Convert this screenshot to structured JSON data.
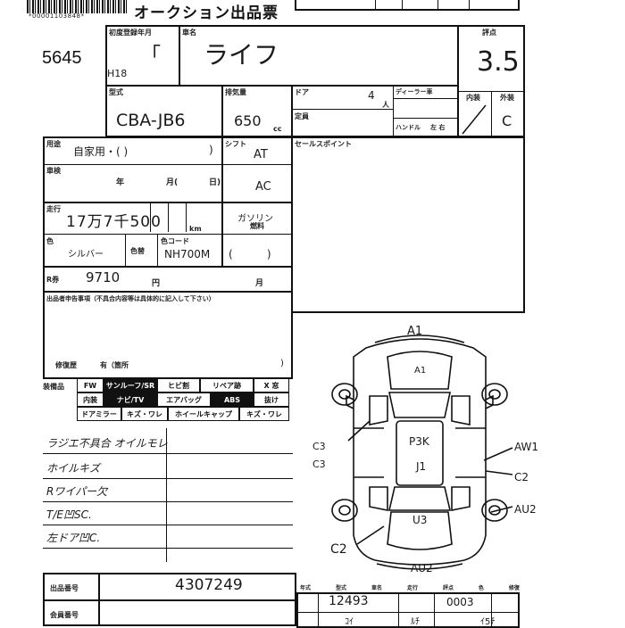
{
  "header": {
    "barcode_number": "*00001103848*",
    "title": "オークション出品票"
  },
  "lot": {
    "number": "5645"
  },
  "vehicle": {
    "year_label": "初度登録年月",
    "year": "H18",
    "name_label": "車名",
    "name": "ライフ",
    "model_label": "型式",
    "model": "CBA-JB6",
    "displacement_label": "排気量",
    "displacement": "650",
    "displacement_unit": "cc",
    "doors_label": "ドア",
    "doors": "4",
    "capacity_label": "定員",
    "capacity_unit": "人",
    "dealer_label": "ディーラー車",
    "handle_label": "ハンドル",
    "handle": "左 右"
  },
  "grade": {
    "label": "評点",
    "score": "3.5",
    "interior_label": "内装",
    "exterior_label": "外装",
    "exterior": "C"
  },
  "details": {
    "usage_label": "用途",
    "usage": "自家用・( )",
    "shift_label": "シフト",
    "shift": "AT",
    "inspection_label": "車検",
    "year_word": "年",
    "month_word": "月(",
    "day_word": "日)",
    "ac": "AC",
    "mileage_label": "走行",
    "mileage": "17万7千500",
    "mileage_unit": "km",
    "fuel": "ガソリン",
    "fuel_word": "燃料",
    "color_label": "色",
    "color": "シルバー",
    "color_change_label": "色替",
    "color_code_label": "色コード",
    "color_code": "NH700M",
    "recycle_label": "R券",
    "recycle_value": "9710",
    "yen": "円",
    "month_short": "月",
    "seller_notes_label": "出品者申告事項（不具合内容等は具体的に記入して下さい）",
    "record_label": "修復歴",
    "record_value": "有（箇所",
    "sales_point_label": "セールスポイント"
  },
  "equipment": {
    "label": "装備品",
    "row1": [
      "FW",
      "サンルーフ/SR",
      "ヒビ割",
      "リペア跡",
      "X 窓"
    ],
    "row2": [
      "内装",
      "ナビ/TV",
      "エアバッグ",
      "ABS",
      "抜け"
    ],
    "row3": [
      "ドアミラー",
      "キズ・ワレ",
      "ホイールキャップ",
      "キズ・ワレ"
    ]
  },
  "remarks": [
    "ラジエ不具合 オイルモレ",
    "ホイルキズ",
    "Rワイパー欠",
    "T/E凹SC.",
    "左ドア凹C."
  ],
  "diagram": {
    "marks": [
      "A1",
      "A1",
      "C3",
      "C3",
      "P3K",
      "J1",
      "AW1",
      "C2",
      "AU2",
      "U3",
      "C2",
      "AU2"
    ]
  },
  "footer": {
    "number_label": "出品番号",
    "number_value": "4307249",
    "code_label": "会員番号",
    "col_labels": [
      "年式",
      "型式",
      "車名",
      "走行",
      "評点",
      "色",
      "修復"
    ],
    "code_value": "12493",
    "code_value2": "0003",
    "partial": [
      "ｺｲ",
      "ﾙﾁ",
      "ｲ5ﾁ"
    ]
  }
}
